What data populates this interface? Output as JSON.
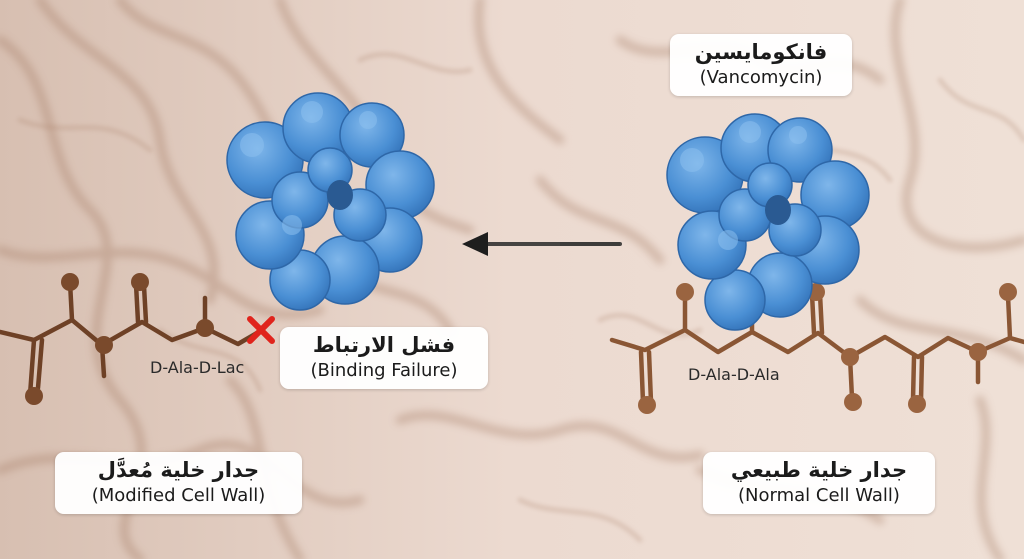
{
  "labels": {
    "vancomycin": {
      "ar": "فانكومايسين",
      "en": "(Vancomycin)"
    },
    "binding_failure": {
      "ar": "فشل الارتباط",
      "en": "(Binding Failure)"
    },
    "modified_wall": {
      "ar": "جدار خلية مُعدَّل",
      "en": "(Modified Cell Wall)"
    },
    "normal_wall": {
      "ar": "جدار خلية طبيعي",
      "en": "(Normal Cell Wall)"
    }
  },
  "chem": {
    "modified_terminus": "D-Ala-D-Lac",
    "normal_terminus": "D-Ala-D-Ala"
  },
  "colors": {
    "molecule_blue": "#4a8fd4",
    "chain_brown": "#7a4a2c",
    "fail_mark": "#e0241c",
    "arrow": "#1e1e1e"
  },
  "icons": {
    "fail_mark": "red-x-icon",
    "direction": "arrow-left-icon"
  }
}
